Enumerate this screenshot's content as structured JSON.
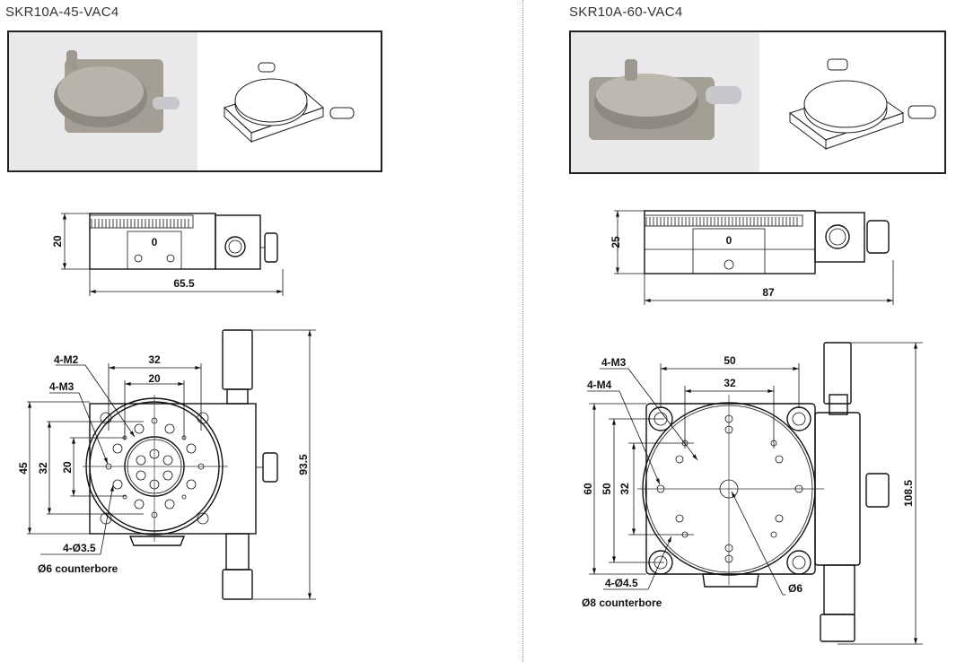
{
  "products": [
    {
      "name": "SKR10A-45-VAC4",
      "side_view": {
        "height_dim": "20",
        "width_dim": "65.5",
        "scale_zero": "0"
      },
      "top_view": {
        "dim_outer_h": "32",
        "dim_inner_h": "20",
        "dim_body": "45",
        "dim_outer_v": "32",
        "dim_inner_v": "20",
        "dim_total": "93.5",
        "label_thread_outer": "4-M2",
        "label_thread_inner": "4-M3",
        "label_hole": "4-Ø3.5",
        "label_counterbore": "Ø6 counterbore"
      }
    },
    {
      "name": "SKR10A-60-VAC4",
      "side_view": {
        "height_dim": "25",
        "width_dim": "87",
        "scale_zero": "0"
      },
      "top_view": {
        "dim_outer_h": "50",
        "dim_inner_h": "32",
        "dim_body": "60",
        "dim_outer_v": "50",
        "dim_inner_v": "32",
        "dim_total": "108.5",
        "label_thread_outer": "4-M3",
        "label_thread_inner": "4-M4",
        "label_hole": "4-Ø4.5",
        "label_counterbore": "Ø8 counterbore",
        "label_center": "Ø6"
      }
    }
  ],
  "colors": {
    "photo_bg": "#e9e9eb",
    "metal": "#a9a49a",
    "line": "#111111"
  }
}
